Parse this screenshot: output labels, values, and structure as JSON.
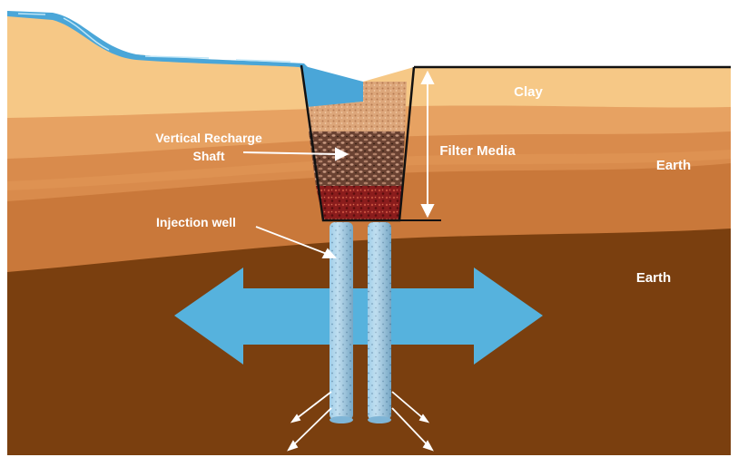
{
  "labels": {
    "clay": "Clay",
    "earth_upper": "Earth",
    "earth_lower": "Earth",
    "filter_media": "Filter Media",
    "shaft_line1": "Vertical Recharge",
    "shaft_line2": "Shaft",
    "injection_well": "Injection well"
  },
  "colors": {
    "clay": "#f6c886",
    "earth_light": "#e7a262",
    "earth_mid": "#d98b4c",
    "earth_orange": "#c9783a",
    "earth_dark": "#7a3f0f",
    "water": "#4aa6d8",
    "flow_arrow": "#56b2dd",
    "well": "#9fcde8",
    "sand": "#dca67a",
    "gravel": "#6a4232",
    "coarse": "#8a1c1c"
  }
}
